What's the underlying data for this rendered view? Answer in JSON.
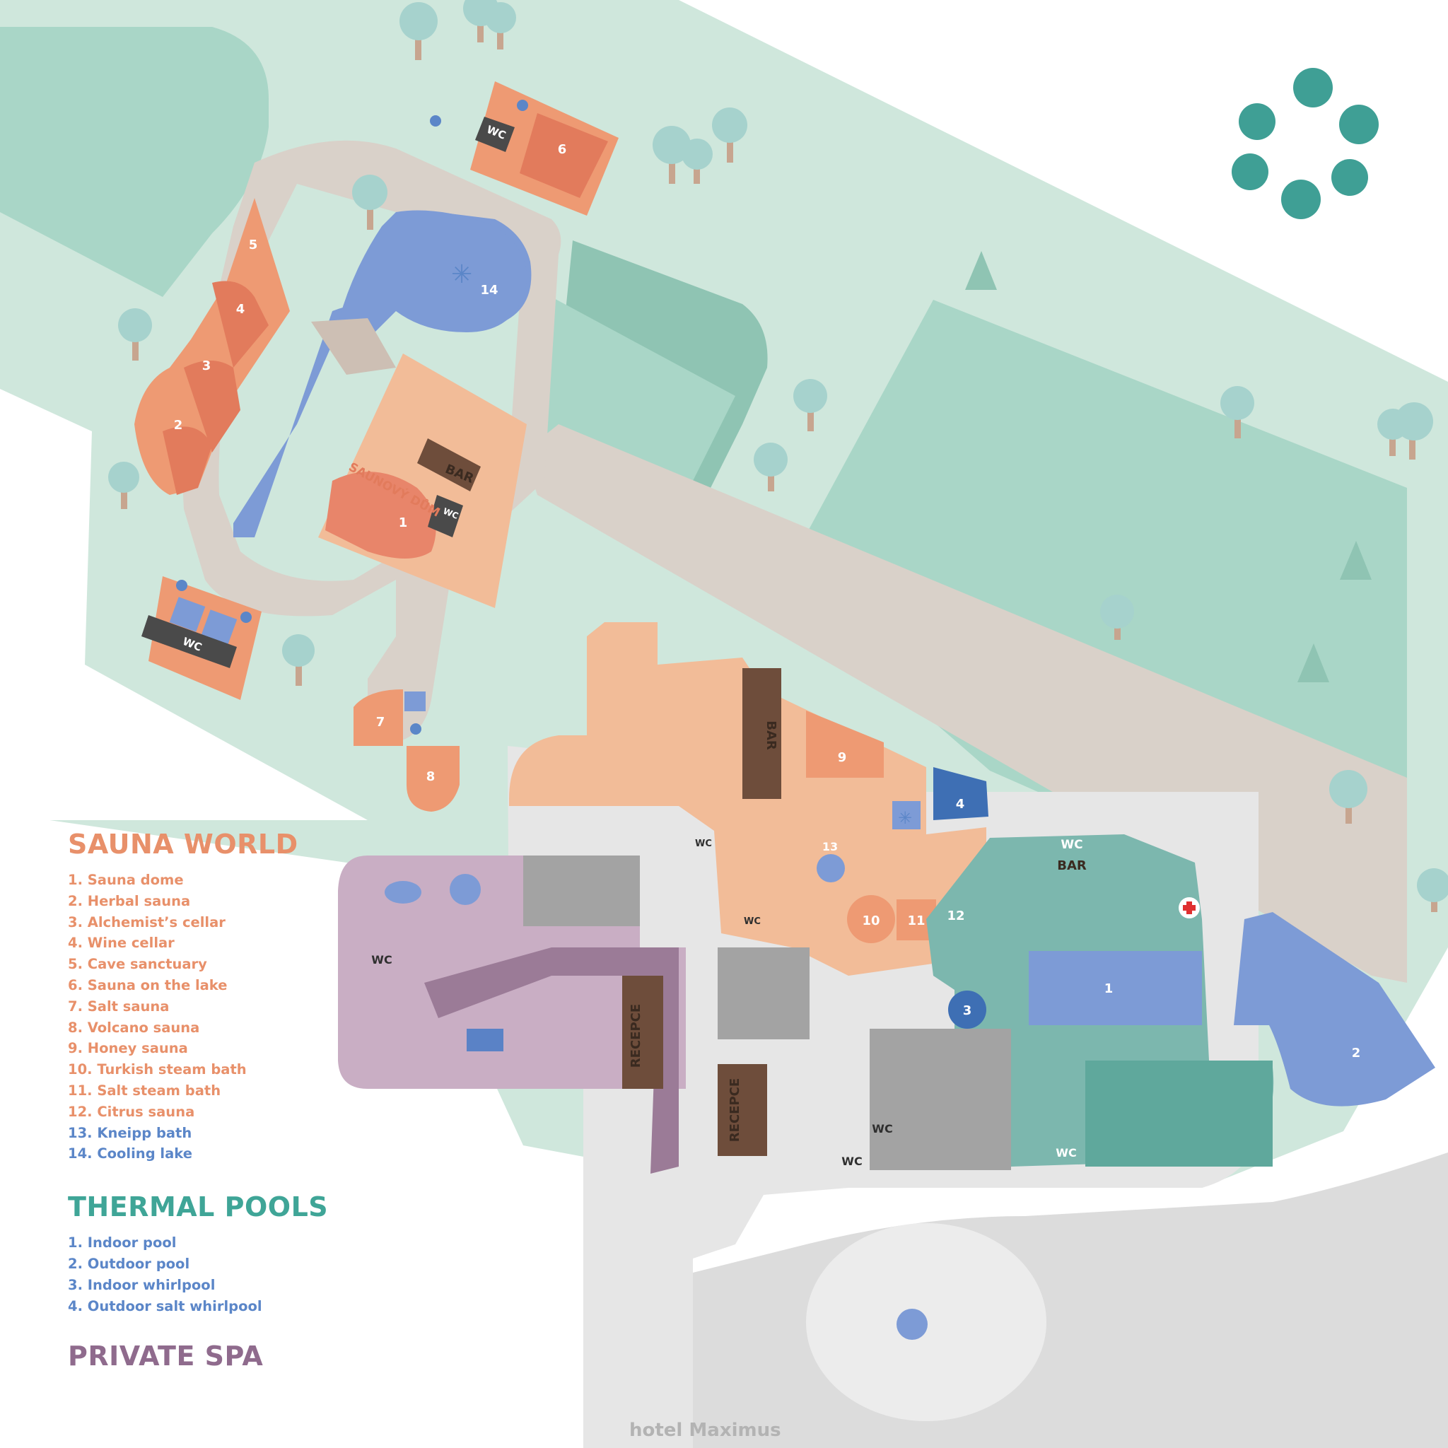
{
  "colors": {
    "grass_light": "#cfe7dc",
    "grass_mid": "#a9d6c7",
    "grass_dark": "#8fc4b3",
    "path": "#d9d1c9",
    "sauna": "#ee9a73",
    "sauna_dark": "#e27b5c",
    "sauna_light": "#f2bc98",
    "water": "#7d9bd6",
    "pool_teal": "#7cb7ae",
    "private_spa": "#c9aec4",
    "building_grey": "#9a9a9a",
    "accent_teal": "#3f9f95"
  },
  "map": {
    "labels": {
      "bar": "BAR",
      "wc": "WC",
      "recepce": "RECEPCE",
      "saunovy_dom": "SAUNOVÝ DŮM"
    },
    "sauna_numbers": [
      "1",
      "2",
      "3",
      "4",
      "5",
      "6",
      "7",
      "8",
      "9",
      "10",
      "11",
      "12",
      "13",
      "14"
    ],
    "pool_numbers": [
      "1",
      "2",
      "3",
      "4"
    ],
    "icons": [
      "shower-icon",
      "snowflake-icon",
      "first-aid-icon",
      "tree-icon",
      "hanger-icon",
      "toilet-person-icon",
      "flower-icon",
      "grass-icon",
      "lounger-icon"
    ]
  },
  "legend": {
    "sauna_world": {
      "title": "SAUNA WORLD",
      "items": [
        "1. Sauna dome",
        "2. Herbal sauna",
        "3. Alchemist’s cellar",
        "4. Wine cellar",
        "5. Cave sanctuary",
        "6. Sauna on the lake",
        "7. Salt sauna",
        "8. Volcano sauna",
        "9. Honey sauna",
        "10. Turkish steam bath",
        "11. Salt steam bath",
        "12. Citrus sauna",
        "13. Kneipp bath",
        "14. Cooling lake"
      ]
    },
    "thermal_pools": {
      "title": "THERMAL POOLS",
      "items": [
        "1. Indoor pool",
        "2. Outdoor pool",
        "3. Indoor whirlpool",
        "4. Outdoor salt whirlpool"
      ]
    },
    "private_spa": {
      "title": "PRIVATE SPA"
    }
  },
  "hotel_label": "hotel Maximus"
}
